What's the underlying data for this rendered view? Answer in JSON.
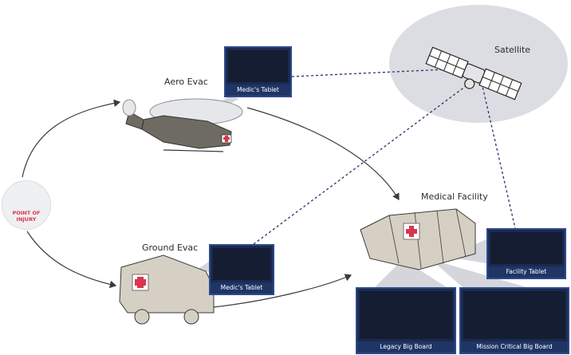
{
  "nodes": {
    "satellite": "Satellite",
    "aero_evac": "Aero Evac",
    "ground_evac": "Ground Evac",
    "medical_facility": "Medical Facility",
    "point_of_injury": "POINT OF\nINJURY"
  },
  "screens": {
    "aero_tablet": "Medic's Tablet",
    "ground_tablet": "Medic's Tablet",
    "facility_tablet": "Facility Tablet",
    "legacy_board": "Legacy Big Board",
    "mission_board": "Mission Critical Big Board"
  },
  "colors": {
    "accent": "#d8364e",
    "panel": "#1f3566",
    "line": "#2a3a6e"
  }
}
